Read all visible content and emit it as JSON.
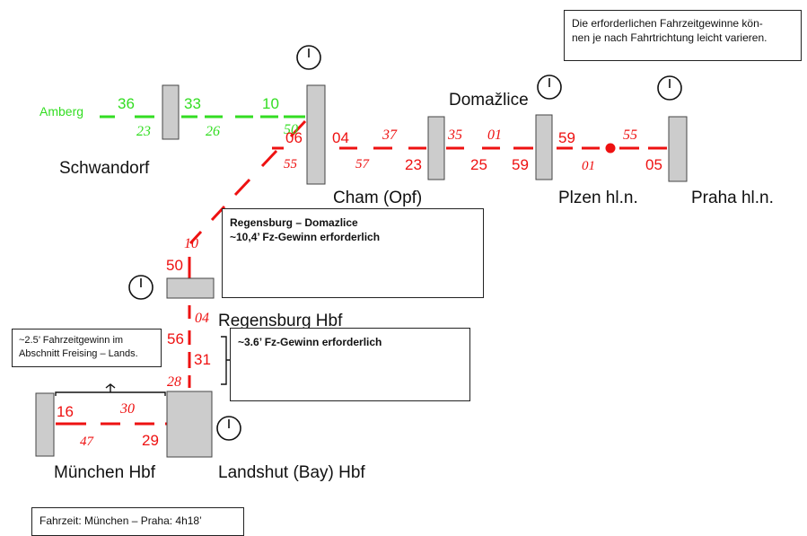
{
  "colors": {
    "green": "#33dd22",
    "red": "#ee1111",
    "gray": "#cccccc",
    "black": "#111111"
  },
  "stations": {
    "amberg": "Amberg",
    "schwandorf": "Schwandorf",
    "cham": "Cham (Opf)",
    "domazlice": "Domažlice",
    "plzen": "Plzen hl.n.",
    "praha": "Praha hl.n.",
    "regensburg": "Regensburg Hbf",
    "muenchen": "München Hbf",
    "landshut": "Landshut (Bay) Hbf"
  },
  "times": {
    "amberg_dep": "36",
    "amberg_arr": "23",
    "schw_dep": "33",
    "schw_arr": "26",
    "green_to_junction": "10",
    "junction_green_italic": "50",
    "junction_red_dep": "06",
    "junction_red_arr": "55",
    "cham_side_dep": "04",
    "cham_side_arr": "57",
    "cham_in_upper": "37",
    "cham_in_lower": "23",
    "cham_out_upper": "35",
    "cham_out_lower": "25",
    "dom_in_upper": "01",
    "dom_in_lower": "59",
    "dom_out_upper": "59",
    "dom_out_lower": "01",
    "plzen_upper": "55",
    "praha_lower": "05",
    "diag_italic": "10",
    "reg_top": "50",
    "reg_below": "04",
    "lower_56": "56",
    "lower_31": "31",
    "lower_28": "28",
    "mu_dep": "16",
    "mu_arr": "47",
    "lh_upper": "30",
    "lh_lower": "29"
  },
  "notes": {
    "top_right": [
      "Die erforderlichen Fahrzeitgewinne kön-",
      "nen je nach Fahrtrichtung leicht varieren."
    ],
    "reg_dom_title": "Regensburg – Domazlice",
    "reg_dom_gain": "~10,4’ Fz-Gewinn erforderlich",
    "freising": [
      "~2.5’ Fahrzeitgewinn im",
      "Abschnitt Freising – Lands."
    ],
    "lower_gain": "~3.6’ Fz-Gewinn erforderlich",
    "travel_time": "Fahrzeit: München – Praha: 4h18’"
  },
  "icons": [
    "clock-icon"
  ]
}
